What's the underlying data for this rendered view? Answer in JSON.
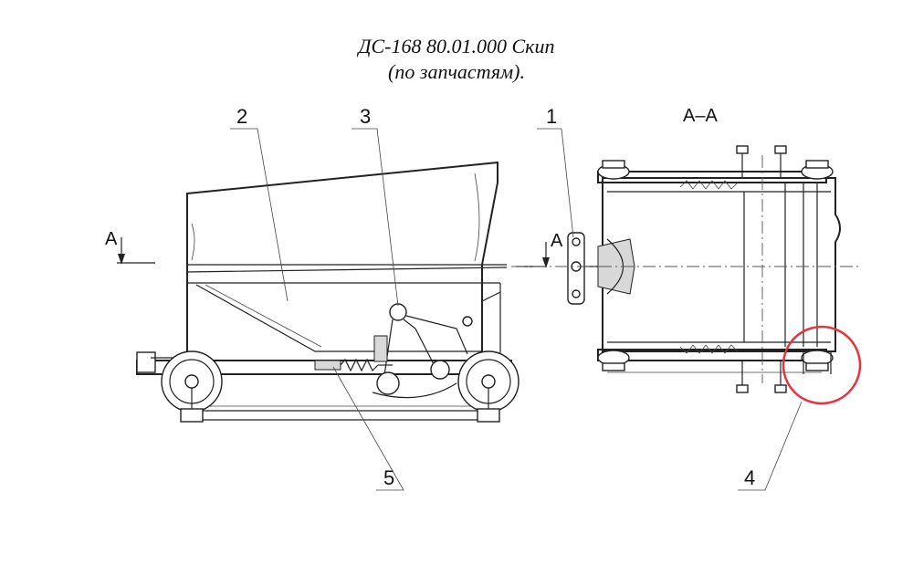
{
  "title": {
    "line1": "ДС-168 80.01.000 Скип",
    "line2": "(по запчастям)."
  },
  "section": {
    "label": "А–А",
    "cut_left": "А",
    "cut_right": "А"
  },
  "callouts": [
    "1",
    "2",
    "3",
    "4",
    "5"
  ],
  "highlight": {
    "callout": "4",
    "color": "#e8323c"
  }
}
